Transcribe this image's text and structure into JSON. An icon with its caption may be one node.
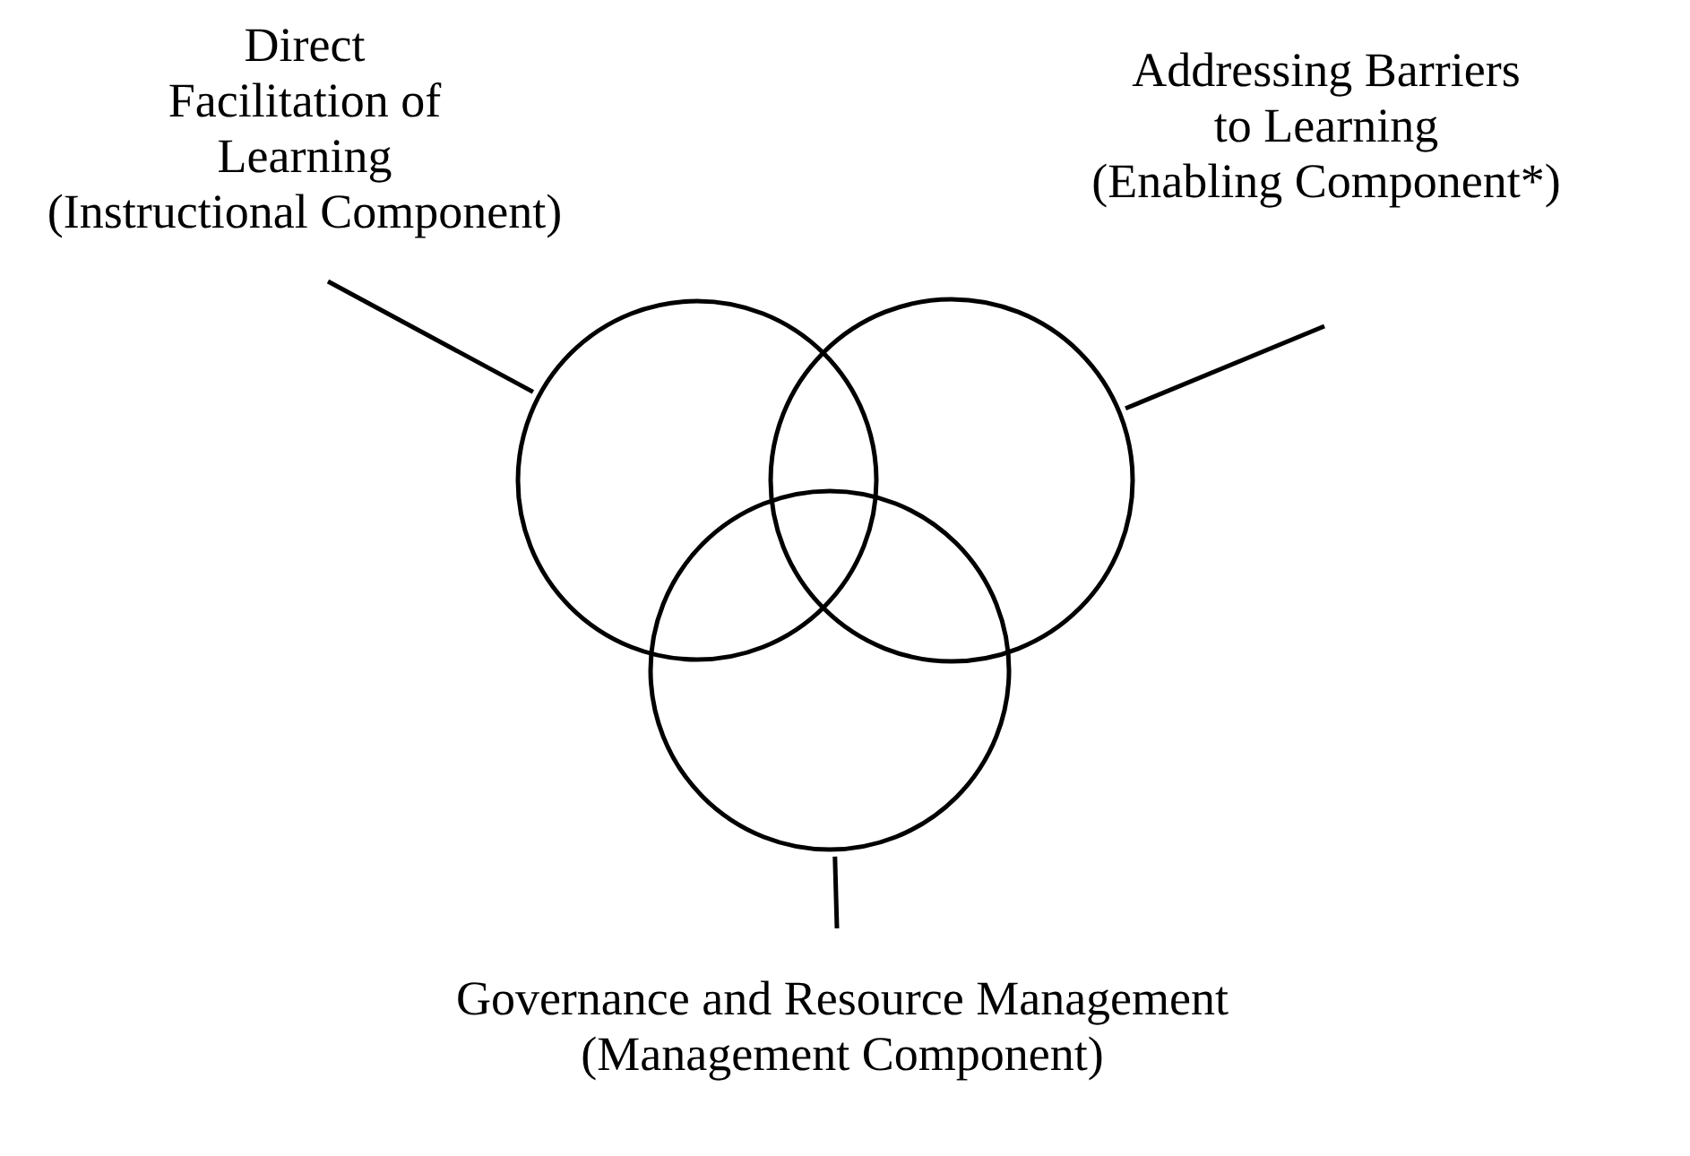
{
  "diagram": {
    "nodes": [
      {
        "text": [
          "Direct Facilitation of Learning",
          "(Instructional Component)"
        ]
      },
      {
        "text": [
          "Addressing Barriers to Learning",
          "(Enabling Component*)"
        ]
      },
      {
        "text": [],
        "shape": "circle"
      },
      {
        "text": [],
        "shape": "circle"
      },
      {
        "text": [],
        "shape": "circle"
      },
      {
        "text": [
          "Governance and Resource Management",
          "(Management Component)"
        ]
      }
    ],
    "edges": [
      {
        "from": 0,
        "to": 2,
        "arrow": "none"
      },
      {
        "from": 1,
        "to": 3,
        "arrow": "none"
      },
      {
        "from": 5,
        "to": 4,
        "arrow": "none"
      }
    ]
  }
}
